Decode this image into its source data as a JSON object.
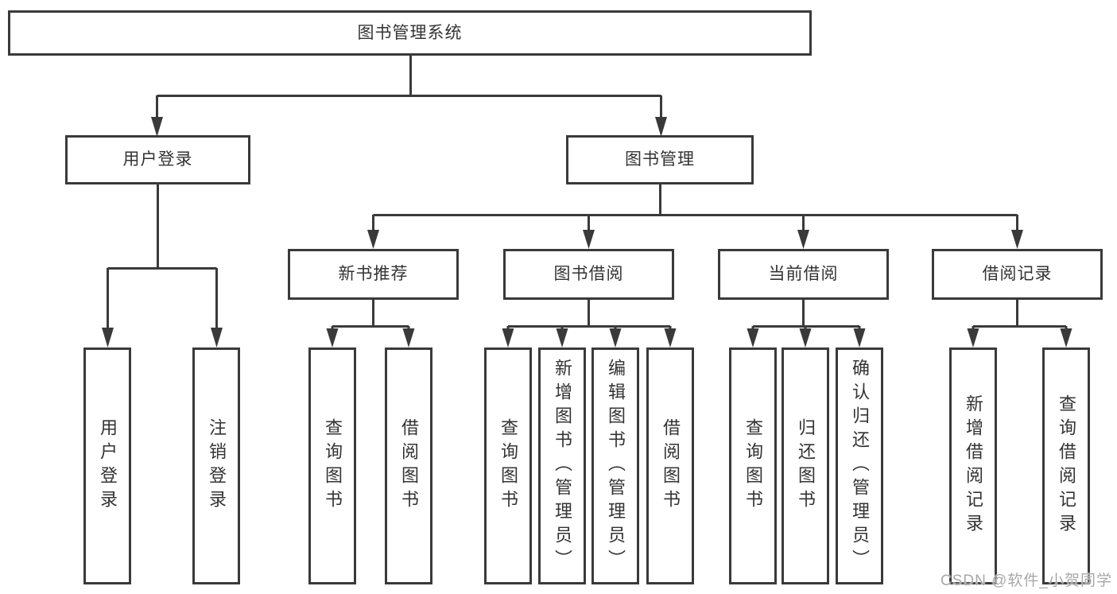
{
  "colors": {
    "line": "#3a3a3a",
    "text": "#333333",
    "background": "#ffffff",
    "watermark": "#a8a8a8"
  },
  "nodes": {
    "root": {
      "label": "图书管理系统"
    },
    "branches": [
      {
        "label": "用户登录",
        "children": [
          {
            "label": "用户登录"
          },
          {
            "label": "注销登录"
          }
        ]
      },
      {
        "label": "图书管理",
        "children": [
          {
            "label": "新书推荐",
            "children": [
              {
                "label": "查询图书"
              },
              {
                "label": "借阅图书"
              }
            ]
          },
          {
            "label": "图书借阅",
            "children": [
              {
                "label": "查询图书"
              },
              {
                "label": "新增图书（管理员）"
              },
              {
                "label": "编辑图书（管理员）"
              },
              {
                "label": "借阅图书"
              }
            ]
          },
          {
            "label": "当前借阅",
            "children": [
              {
                "label": "查询图书"
              },
              {
                "label": "归还图书"
              },
              {
                "label": "确认归还（管理员）"
              }
            ]
          },
          {
            "label": "借阅记录",
            "children": [
              {
                "label": "新增借阅记录"
              },
              {
                "label": "查询借阅记录"
              }
            ]
          }
        ]
      }
    ]
  },
  "watermark": {
    "text": "CSDN @软件_小贺同学"
  }
}
